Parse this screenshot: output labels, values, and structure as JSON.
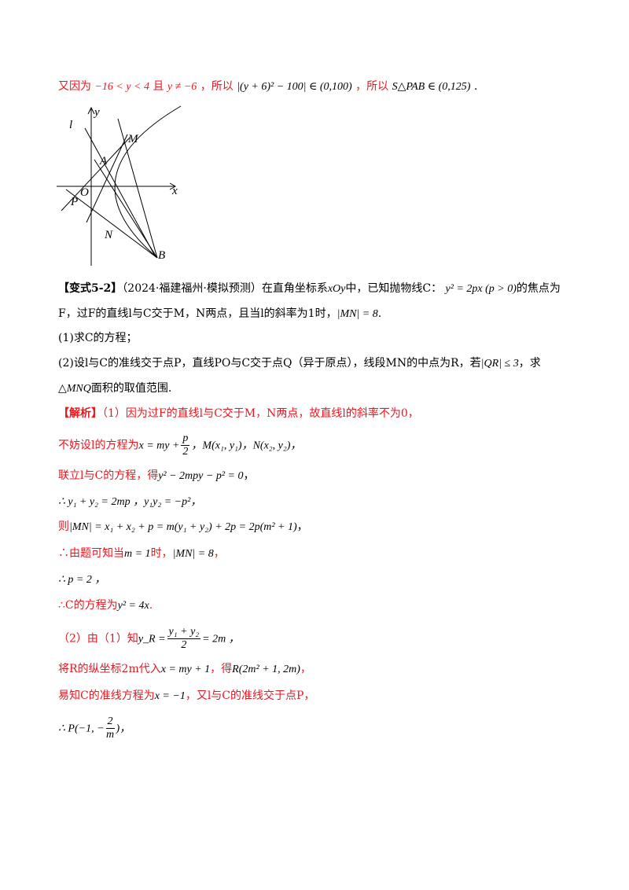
{
  "top_line": {
    "p1": "又因为",
    "m1": "−16 < y < 4",
    "p2": "且",
    "m2": "y ≠ −6",
    "p3": "，所以",
    "m3": "|(y + 6)² − 100| ∈ (0,100)",
    "p4": "，所以",
    "m4": "S△PAB ∈ (0,125)",
    "p5": "."
  },
  "figure": {
    "labels": {
      "y": "y",
      "x": "x",
      "l": "l",
      "O": "O",
      "P": "P",
      "A": "A",
      "M": "M",
      "N": "N",
      "B": "B"
    }
  },
  "problem": {
    "tag": "【变式5-2】",
    "source": "（2024·福建福州·模拟预测）",
    "line1a": "在直角坐标系",
    "coord": "xOy",
    "line1b": "中，已知抛物线",
    "curve_name": "C：",
    "equation": "y² = 2px (p > 0)",
    "line1c": "的焦点为",
    "line2": "F，过F的直线l与C交于M，N两点，且当l的斜率为1时，",
    "line2_math": "|MN| = 8",
    "line2_end": ".",
    "q1": "(1)求C的方程；",
    "q2a": "(2)设l与C的准线交于点P，直线PO与C交于点Q（异于原点），线段MN的中点为R，若",
    "q2_math": "|QR| ≤ 3",
    "q2b": "，求",
    "q2c": "△MNQ",
    "q2d": "面积的取值范围."
  },
  "solution": {
    "tag": "【解析】",
    "s1": "（1）因为过F的直线l与C交于M，N两点，故直线l的斜率不为0，",
    "s2a": "不妨设l的方程为",
    "s2_eq": "x = my +",
    "s2_num": "p",
    "s2_den": "2",
    "s2b": "，M(x₁, y₁)，N(x₂, y₂)，",
    "s3a": "联立l与C的方程，得",
    "s3_eq": "y² − 2mpy − p² = 0",
    "s3b": "，",
    "s4": "∴ y₁ + y₂ = 2mp ，y₁y₂ = −p²，",
    "s5a": "则",
    "s5_eq": "|MN| = x₁ + x₂ + p = m(y₁ + y₂) + 2p = 2p(m² + 1)",
    "s5b": "，",
    "s6a": "∴由题可知当",
    "s6_eq1": "m = 1",
    "s6b": "时，",
    "s6_eq2": "|MN| = 8",
    "s6c": "，",
    "s7": "∴ p = 2 ，",
    "s8a": "∴C的方程为",
    "s8_eq": "y² = 4x",
    "s8b": ".",
    "s9a": "（2）由（1）知",
    "s9_lhs": "y_R =",
    "s9_num": "y₁ + y₂",
    "s9_den": "2",
    "s9_rhs": "= 2m ，",
    "s10a": "将R的纵坐标2m代入",
    "s10_eq": "x = my + 1",
    "s10b": "，得",
    "s10_pt": "R(2m² + 1, 2m)",
    "s10c": "，",
    "s11a": "易知C的准线方程为",
    "s11_eq": "x = −1",
    "s11b": "，又l与C的准线交于点P，",
    "s12a": "∴ P(−1, −",
    "s12_num": "2",
    "s12_den": "m",
    "s12b": ")，"
  }
}
